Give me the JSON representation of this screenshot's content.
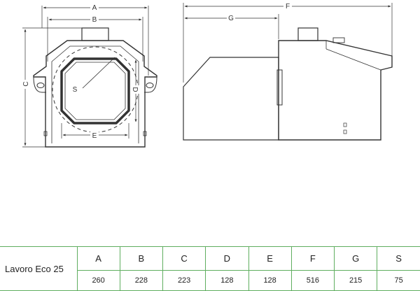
{
  "drawing": {
    "front_view_labels": {
      "A": "A",
      "B": "B",
      "C": "C",
      "D": "D",
      "E": "E",
      "S": "S"
    },
    "side_view_labels": {
      "F": "F",
      "G": "G"
    }
  },
  "spec_table": {
    "model": "Lavoro Eco 25",
    "headers": [
      "A",
      "B",
      "C",
      "D",
      "E",
      "F",
      "G",
      "S"
    ],
    "values": [
      "260",
      "228",
      "223",
      "128",
      "128",
      "516",
      "215",
      "75"
    ]
  }
}
